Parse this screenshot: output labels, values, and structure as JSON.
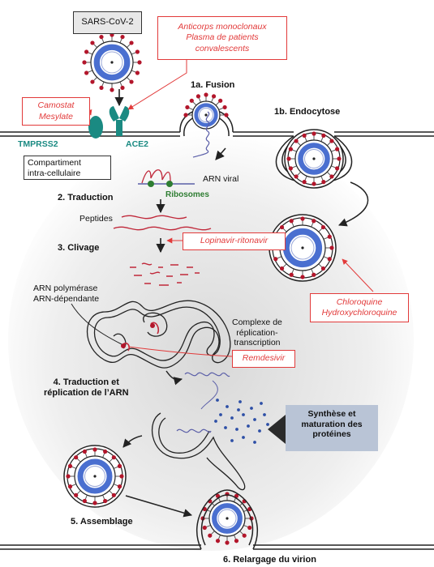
{
  "header": {
    "virus": "SARS-CoV-2"
  },
  "drugs": {
    "antibodies": [
      "Anticorps monoclonaux",
      "Plasma de patients",
      "convalescents"
    ],
    "camostat": [
      "Camostat",
      "Mesylate"
    ],
    "lopinavir": "Lopinavir-ritonavir",
    "chloroquine": [
      "Chloroquine",
      "Hydroxychloroquine"
    ],
    "remdesivir": "Remdesivir"
  },
  "labels": {
    "tmprss2": "TMPRSS2",
    "ace2": "ACE2",
    "compartment": [
      "Compartiment",
      "intra-cellulaire"
    ],
    "arn_viral": "ARN viral",
    "ribosomes": "Ribosomes",
    "peptides": "Peptides",
    "polymerase": [
      "ARN polymérase",
      "ARN-dépendante"
    ],
    "complex": [
      "Complexe de",
      "réplication-",
      "transcription"
    ],
    "synthesis": [
      "Synthèse et",
      "maturation des",
      "protéines"
    ]
  },
  "steps": {
    "s1a": "1a. Fusion",
    "s1b": "1b. Endocytose",
    "s2": "2. Traduction",
    "s3": "3. Clivage",
    "s4": [
      "4. Traduction et",
      "réplication de l’ARN"
    ],
    "s5": "5. Assemblage",
    "s6": "6. Relargage du virion"
  },
  "colors": {
    "drug_red": "#e23a3a",
    "virus_blue": "#4a6fd0",
    "spike_red": "#b3162b",
    "teal": "#1a8a82",
    "ribosome_green": "#2e7d32",
    "dot_blue": "#2d4fa6",
    "synthesis_box": "#b9c4d6",
    "arrow_dark": "#333333"
  }
}
